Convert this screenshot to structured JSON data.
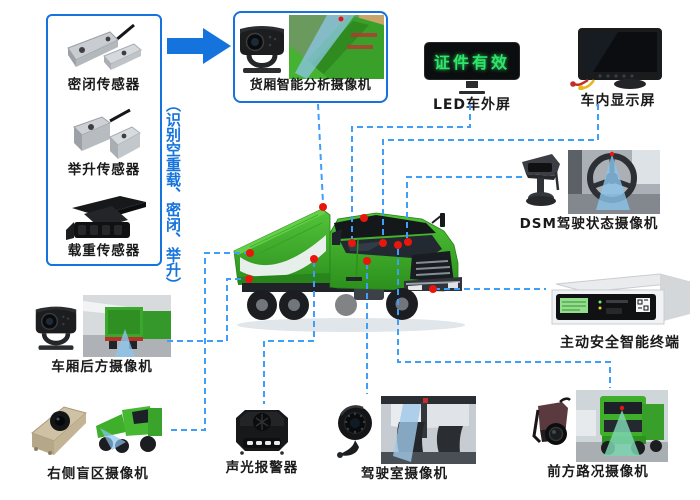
{
  "colors": {
    "box_border": "#1473dc",
    "arrow": "#1473dc",
    "line": "#3f9ef7",
    "dot": "#e8170e",
    "led_text": "#2fe56a",
    "note_text": "#1473dc",
    "truck_green": "#3fae2a"
  },
  "sensor_box": {
    "items": [
      {
        "label": "密闭传感器",
        "icon": "magnetic-contact-sensor"
      },
      {
        "label": "举升传感器",
        "icon": "magnetic-contact-sensor"
      },
      {
        "label": "载重传感器",
        "icon": "load-cell-sensor"
      }
    ],
    "note": "（识别空重载、密闭、举升）"
  },
  "nodes": {
    "cargo_camera": {
      "label": "货厢智能分析摄像机",
      "icon": "box-camera"
    },
    "led_screen": {
      "label": "LED车外屏",
      "screen_text": "证件有效",
      "icon": "led-panel"
    },
    "monitor": {
      "label": "车内显示屏",
      "icon": "lcd-monitor"
    },
    "dsm_camera": {
      "label": "DSM驾驶状态摄像机",
      "icon": "dsm-camera"
    },
    "terminal": {
      "label": "主动安全智能终端",
      "icon": "mdvr-terminal"
    },
    "rear_camera": {
      "label": "车厢后方摄像机",
      "icon": "box-camera"
    },
    "blind_camera": {
      "label": "右侧盲区摄像机",
      "icon": "blindspot-camera"
    },
    "alarm": {
      "label": "声光报警器",
      "icon": "sound-light-alarm"
    },
    "cab_camera": {
      "label": "驾驶室摄像机",
      "icon": "dome-camera"
    },
    "front_camera": {
      "label": "前方路况摄像机",
      "icon": "dashcam"
    }
  }
}
